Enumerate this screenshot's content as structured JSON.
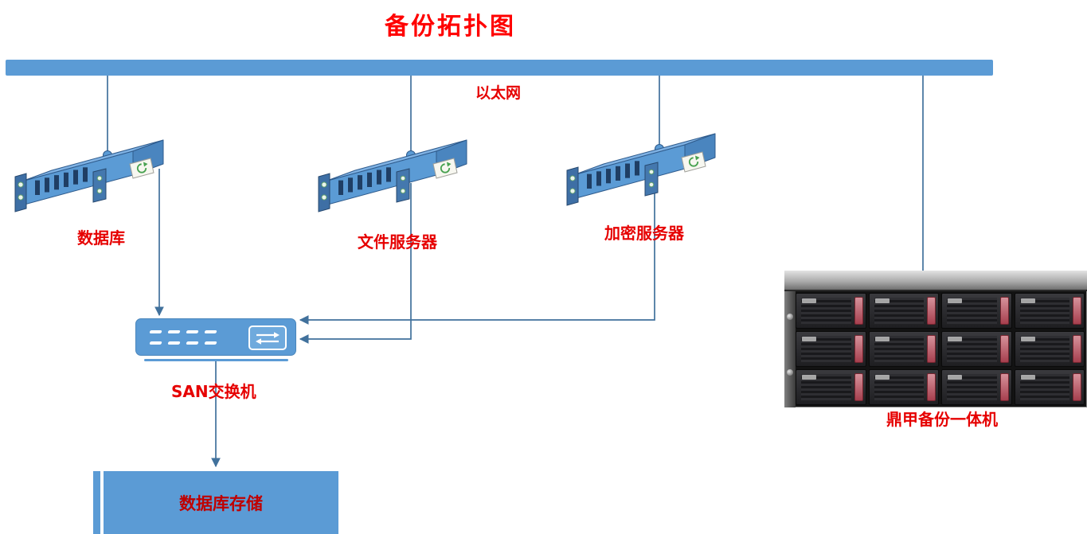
{
  "title": "备份拓扑图",
  "ethernet": {
    "label": "以太网"
  },
  "nodes": {
    "database": {
      "label": "数据库"
    },
    "file_server": {
      "label": "文件服务器"
    },
    "encryption_server": {
      "label": "加密服务器"
    },
    "san_switch": {
      "label": "SAN交换机"
    },
    "database_storage": {
      "label": "数据库存储"
    },
    "backup_appliance": {
      "label": "鼎甲备份一体机"
    }
  },
  "connections": [
    {
      "from": "以太网",
      "to": "数据库",
      "arrow": false
    },
    {
      "from": "以太网",
      "to": "文件服务器",
      "arrow": false
    },
    {
      "from": "以太网",
      "to": "加密服务器",
      "arrow": false
    },
    {
      "from": "以太网",
      "to": "鼎甲备份一体机",
      "arrow": false
    },
    {
      "from": "数据库",
      "to": "SAN交换机",
      "arrow": true
    },
    {
      "from": "文件服务器",
      "to": "SAN交换机",
      "arrow": true
    },
    {
      "from": "加密服务器",
      "to": "SAN交换机",
      "arrow": true
    },
    {
      "from": "SAN交换机",
      "to": "数据库存储",
      "arrow": true
    }
  ],
  "colors": {
    "node_blue": "#5B9BD5",
    "connector_blue": "#41719C",
    "title_red": "#FF0000",
    "label_red": "#E60000",
    "storage_label_red": "#C00000"
  }
}
